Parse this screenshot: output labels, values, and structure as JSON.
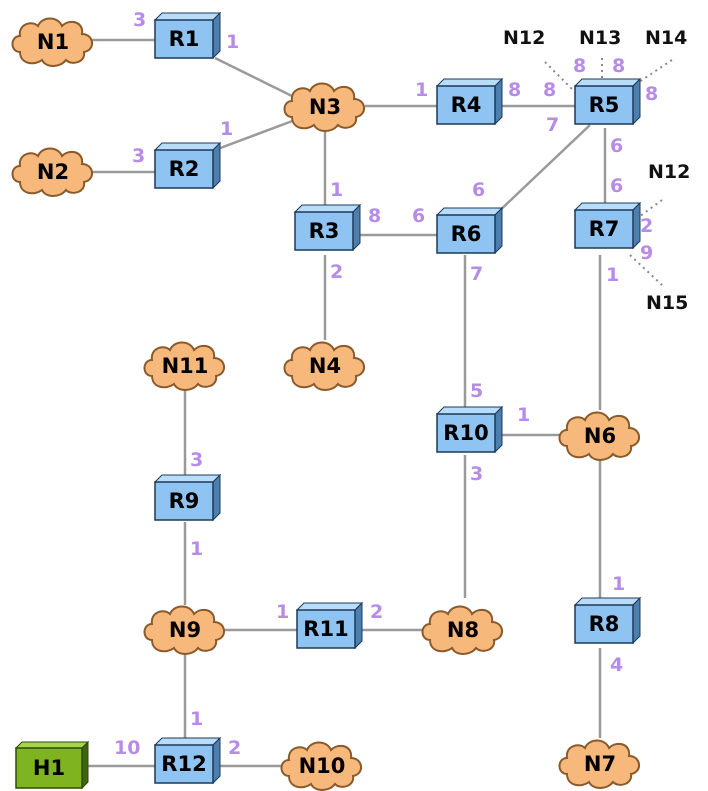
{
  "colors": {
    "network_fill": "#f7b87c",
    "network_stroke": "#8a5a2a",
    "router_fill": "#8ec3f2",
    "router_side": "#4d7fae",
    "host_fill": "#7fb320",
    "host_side": "#3f6410",
    "link": "#9a9a9a",
    "cost_label": "#b78be8",
    "text": "#000000"
  },
  "diagram": {
    "networks": [
      "N1",
      "N2",
      "N3",
      "N4",
      "N6",
      "N7",
      "N8",
      "N9",
      "N10",
      "N11"
    ],
    "routers": [
      "R1",
      "R2",
      "R3",
      "R4",
      "R5",
      "R6",
      "R7",
      "R8",
      "R9",
      "R10",
      "R11",
      "R12"
    ],
    "hosts": [
      "H1"
    ],
    "links": [
      {
        "a": "N1",
        "b": "R1",
        "cost_at_router": "3"
      },
      {
        "a": "R1",
        "b": "N3",
        "cost_at_router": "1"
      },
      {
        "a": "N2",
        "b": "R2",
        "cost_at_router": "3"
      },
      {
        "a": "R2",
        "b": "N3",
        "cost_at_router": "1"
      },
      {
        "a": "N3",
        "b": "R4",
        "cost_at_router": "1"
      },
      {
        "a": "N3",
        "b": "R3",
        "cost_at_router": "1"
      },
      {
        "a": "R4",
        "b": "R5",
        "cost_a": "8",
        "cost_b": "8"
      },
      {
        "a": "R3",
        "b": "R6",
        "cost_a": "8",
        "cost_b": "6"
      },
      {
        "a": "R3",
        "b": "N4",
        "cost_at_router": "2"
      },
      {
        "a": "R5",
        "b": "R6",
        "cost_a": "7",
        "cost_b": "6"
      },
      {
        "a": "R5",
        "b": "R7",
        "cost_a": "6",
        "cost_b": "6"
      },
      {
        "a": "R6",
        "b": "R10",
        "cost_a": "7",
        "cost_b": "5"
      },
      {
        "a": "R7",
        "b": "N6",
        "cost_at_router": "1"
      },
      {
        "a": "R10",
        "b": "N6",
        "cost_at_router": "1"
      },
      {
        "a": "R10",
        "b": "N8",
        "cost_at_router": "3"
      },
      {
        "a": "N11",
        "b": "R9",
        "cost_at_router": "3"
      },
      {
        "a": "R9",
        "b": "N9",
        "cost_at_router": "1"
      },
      {
        "a": "N9",
        "b": "R11",
        "cost_at_router": "1"
      },
      {
        "a": "R11",
        "b": "N8",
        "cost_at_router": "2"
      },
      {
        "a": "N9",
        "b": "R12",
        "cost_at_router": "1"
      },
      {
        "a": "H1",
        "b": "R12",
        "cost_at_router": "10"
      },
      {
        "a": "R12",
        "b": "N10",
        "cost_at_router": "2"
      },
      {
        "a": "N6",
        "b": "R8",
        "cost_at_router": "1"
      },
      {
        "a": "R8",
        "b": "N7",
        "cost_at_router": "4"
      }
    ],
    "external_links": [
      {
        "router": "R5",
        "network": "N12",
        "cost": "8"
      },
      {
        "router": "R5",
        "network": "N13",
        "cost": "8"
      },
      {
        "router": "R5",
        "network": "N14",
        "cost": "8"
      },
      {
        "router": "R7",
        "network": "N12",
        "cost": "2"
      },
      {
        "router": "R7",
        "network": "N15",
        "cost": "9"
      }
    ]
  }
}
